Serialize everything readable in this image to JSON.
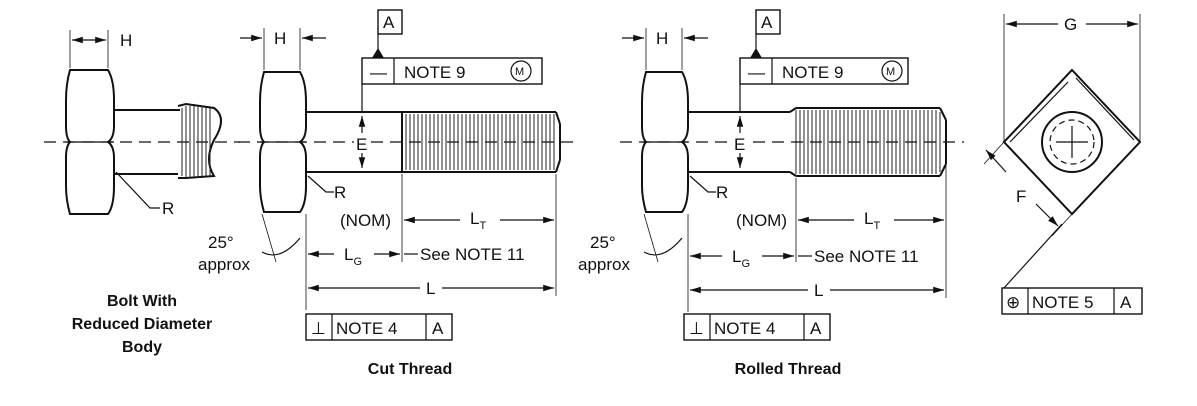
{
  "labels": {
    "H": "H",
    "R": "R",
    "E": "E",
    "G": "G",
    "F": "F",
    "L": "L",
    "LT_base": "L",
    "LT_sub": "T",
    "LG_base": "L",
    "LG_sub": "G",
    "nom": "(NOM)",
    "see_note11": "See NOTE 11",
    "angle": "25°",
    "approx": "approx",
    "datum": "A",
    "note9": "NOTE 9",
    "note9_symbol": "—",
    "modifier": "M",
    "note4": "NOTE 4",
    "perp_symbol": "⊥",
    "note5": "NOTE 5",
    "position_symbol": "⊕"
  },
  "captions": {
    "reduced_line1": "Bolt With",
    "reduced_line2": "Reduced Diameter",
    "reduced_line3": "Body",
    "cut": "Cut Thread",
    "rolled": "Rolled Thread"
  }
}
